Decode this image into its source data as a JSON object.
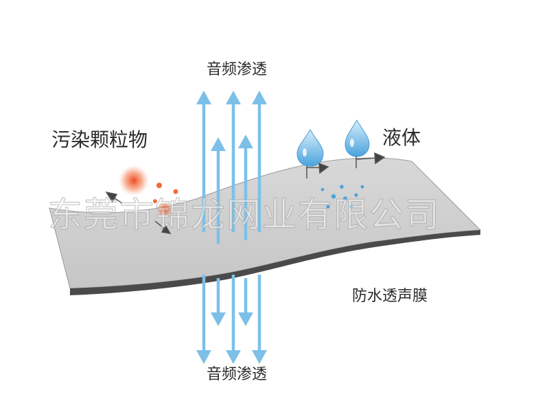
{
  "labels": {
    "audio_top": "音频渗透",
    "audio_bottom": "音频渗透",
    "particles": "污染颗粒物",
    "liquid": "液体",
    "membrane": "防水透声膜"
  },
  "watermark": "东莞市锦龙网业有限公司",
  "colors": {
    "arrow": "#7cc0e8",
    "membrane_fill": "#d2d2d2",
    "membrane_edge": "#4a4a4a",
    "particle": "#f05a2c",
    "droplet": "#5aaee0",
    "text": "#2b2b2b"
  },
  "icons": {
    "droplet": "water-drop-icon",
    "particle": "dust-particle-icon",
    "deflect_arrow": "deflect-arrow-icon"
  }
}
